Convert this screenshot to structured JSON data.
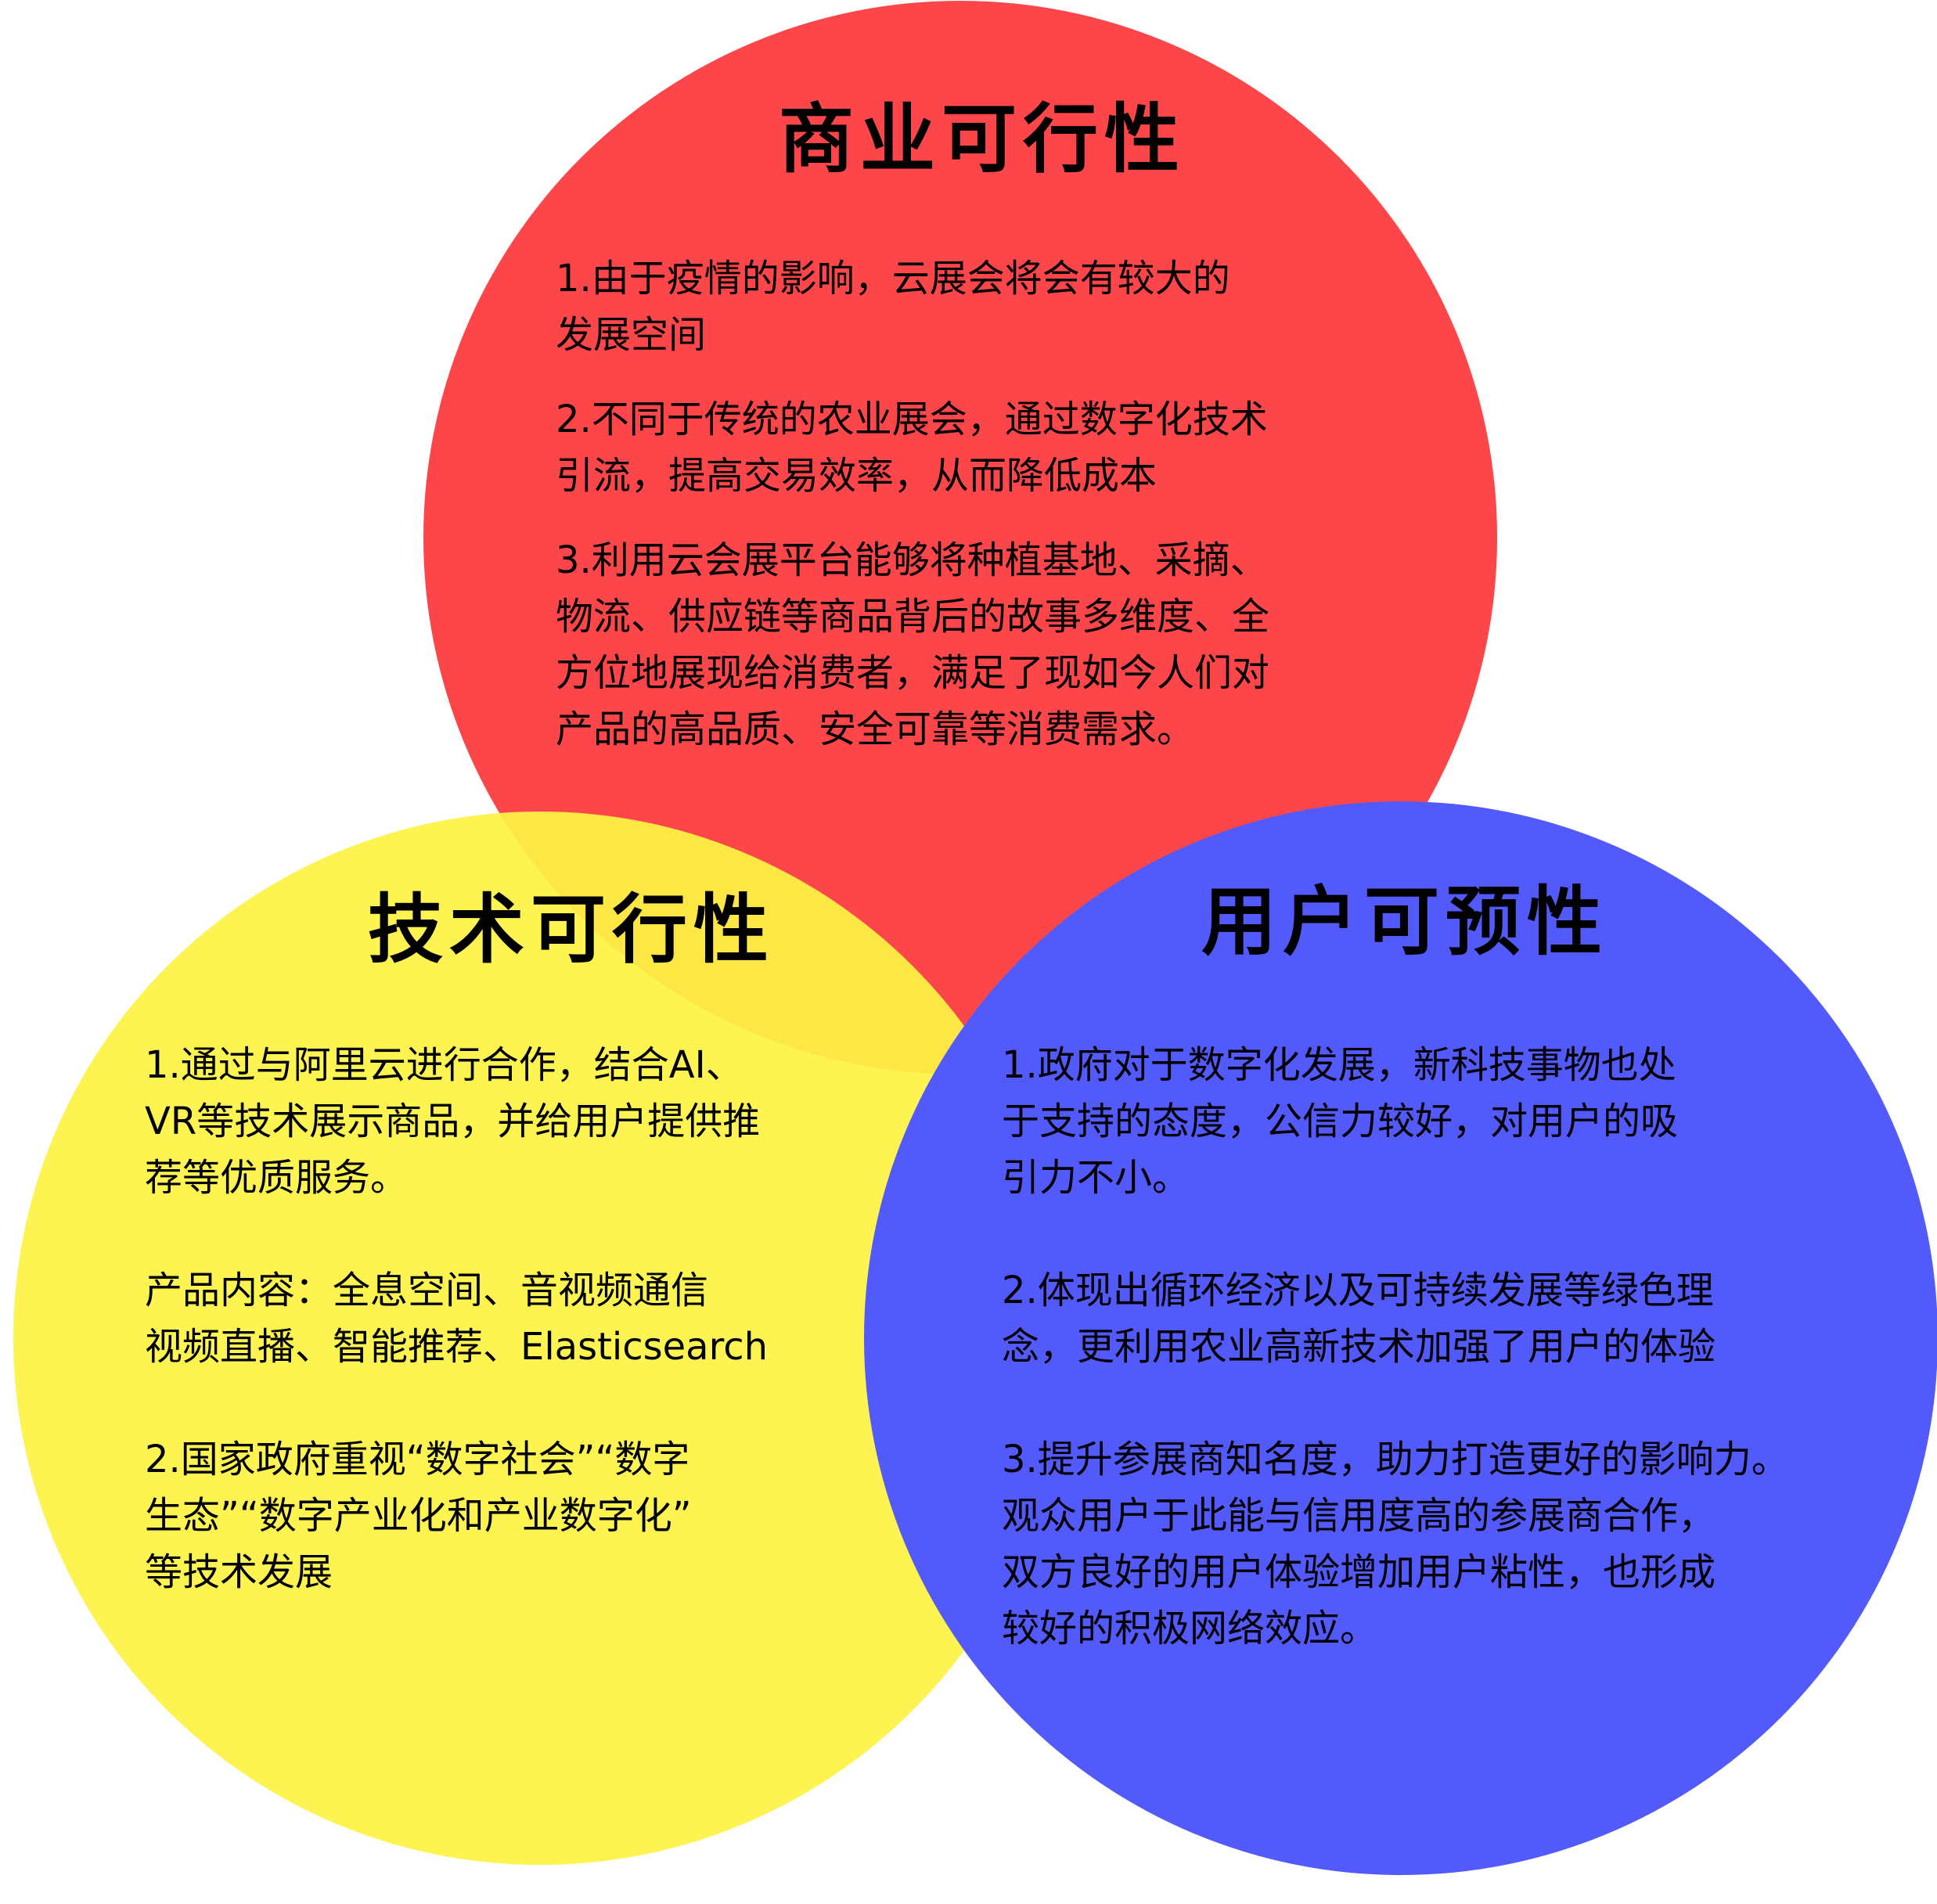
{
  "colors": {
    "business": "#fd4649",
    "tech": "#fdf345",
    "user": "#525afb"
  },
  "business": {
    "title": "商业可行性",
    "items": [
      "1.由于疫情的影响，云展会将会有较大的\n发展空间",
      "2.不同于传统的农业展会，通过数字化技术\n引流，提高交易效率，从而降低成本",
      "3.利用云会展平台能够将种植基地、采摘、\n物流、供应链等商品背后的故事多维度、全\n方位地展现给消费者，满足了现如今人们对\n产品的高品质、安全可靠等消费需求。"
    ]
  },
  "tech": {
    "title": "技术可行性",
    "items": [
      "1.通过与阿里云进行合作，结合AI、\nVR等技术展示商品，并给用户提供推\n荐等优质服务。",
      "产品内容：全息空间、音视频通信\n视频直播、智能推荐、Elasticsearch",
      "2.国家政府重视“数字社会”“数字\n生态”“数字产业化和产业数字化”\n等技术发展"
    ]
  },
  "user": {
    "title": "用户可预性",
    "items": [
      "1.政府对于数字化发展，新科技事物也处\n于支持的态度，公信力较好，对用户的吸\n引力不小。",
      "2.体现出循环经济以及可持续发展等绿色理\n念，更利用农业高新技术加强了用户的体验",
      "3.提升参展商知名度，助力打造更好的影响力。\n观众用户于此能与信用度高的参展商合作，\n双方良好的用户体验增加用户粘性，也形成\n较好的积极网络效应。"
    ]
  }
}
